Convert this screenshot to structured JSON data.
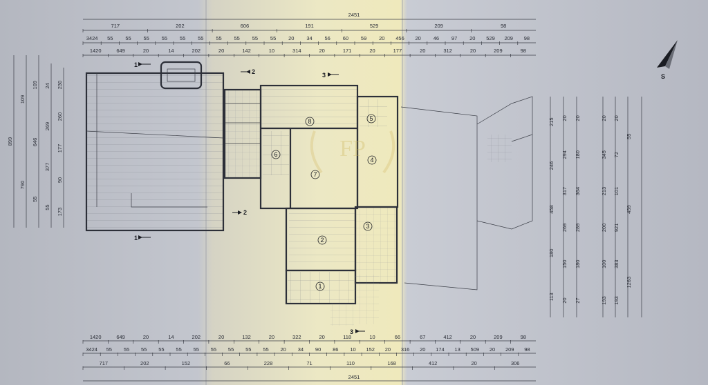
{
  "dimensions": {
    "top_total": "2451",
    "top_row1": [
      "717",
      "202",
      "606",
      "191",
      "529",
      "209",
      "98"
    ],
    "top_row2": [
      "3424",
      "55",
      "55",
      "55",
      "55",
      "55",
      "55",
      "55",
      "55",
      "55",
      "55",
      "20",
      "34",
      "56",
      "60",
      "59",
      "20",
      "456",
      "20",
      "46",
      "97",
      "20",
      "529",
      "209",
      "98"
    ],
    "top_row3": [
      "1420",
      "649",
      "20",
      "14",
      "202",
      "20",
      "142",
      "10",
      "314",
      "20",
      "171",
      "20",
      "177",
      "20",
      "312",
      "20",
      "209",
      "98"
    ],
    "bottom_row1": [
      "1420",
      "649",
      "20",
      "14",
      "202",
      "20",
      "132",
      "20",
      "322",
      "20",
      "118",
      "10",
      "66",
      "67",
      "412",
      "20",
      "209",
      "98"
    ],
    "bottom_row2": [
      "3424",
      "55",
      "55",
      "55",
      "55",
      "55",
      "55",
      "55",
      "55",
      "55",
      "55",
      "20",
      "34",
      "90",
      "86",
      "10",
      "152",
      "20",
      "316",
      "20",
      "174",
      "13",
      "509",
      "20",
      "209",
      "98"
    ],
    "bottom_row3": [
      "717",
      "202",
      "152",
      "66",
      "228",
      "71",
      "110",
      "168",
      "412",
      "20",
      "306"
    ],
    "bottom_total": "2451",
    "left_outer": "899",
    "left_col2": [
      "109",
      "790"
    ],
    "left_col3": [
      "109",
      "646",
      "55"
    ],
    "left_col4": [
      "24",
      "269",
      "377",
      "55"
    ],
    "left_col5": [
      "230",
      "260",
      "177",
      "90",
      "173"
    ],
    "right_col1": [
      "215",
      "246",
      "458",
      "180",
      "113"
    ],
    "right_col2": [
      "20",
      "294",
      "317",
      "269",
      "150",
      "20"
    ],
    "right_col3": [
      "20",
      "180",
      "364",
      "289",
      "180",
      "27"
    ],
    "right_col4": [
      "20",
      "345",
      "213",
      "200",
      "100",
      "193"
    ],
    "right_col5": [
      "20",
      "72",
      "101",
      "921",
      "383",
      "193"
    ],
    "right_col6": [
      "55",
      "459",
      "1263"
    ]
  },
  "sections": {
    "s1_top": "1",
    "s1_bottom": "1",
    "s2_top": "2",
    "s2_bottom": "2",
    "s3_top": "3",
    "s3_bottom": "3"
  },
  "rooms": [
    "1",
    "2",
    "3",
    "4",
    "5",
    "6",
    "7",
    "8"
  ],
  "north_label": "S",
  "watermark": "FP"
}
